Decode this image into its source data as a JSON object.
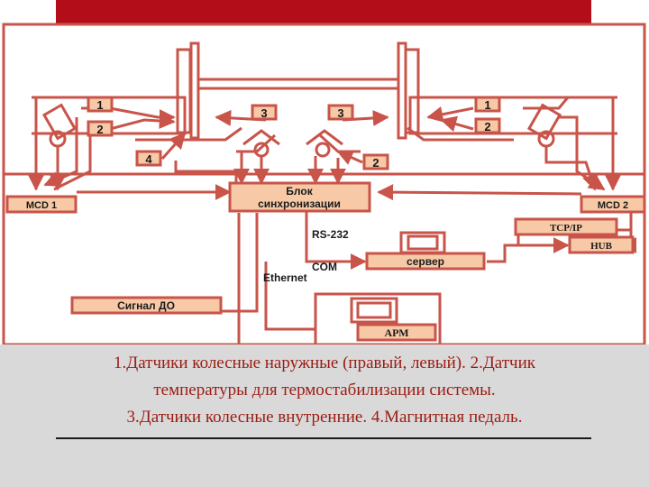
{
  "colors": {
    "accent": "#b40d1a",
    "diagram_line": "#c8544a",
    "box_fill": "#f8c9a6",
    "caption_text": "#9c1b12",
    "panel": "#d9d9d9"
  },
  "diagram": {
    "sensor_labels": {
      "outer_left_top": "1",
      "outer_left_bottom": "2",
      "outer_right_top": "1",
      "outer_right_bottom": "2",
      "inner_left": "3",
      "inner_right": "3",
      "pedal": "4",
      "temp": "2"
    },
    "mcd1": "MCD 1",
    "mcd2": "MCD 2",
    "sync_block_line1": "Блок",
    "sync_block_line2": "синхронизации",
    "rs232": "RS-232",
    "com": "COM",
    "ethernet": "Ethernet",
    "tcpip": "TCP/IP",
    "hub": "HUB",
    "server": "сервер",
    "signal_do": "Сигнал ДО",
    "arm": "АРМ"
  },
  "caption": {
    "line1": "1.Датчики колесные наружные (правый, левый). 2.Датчик",
    "line2": "температуры для термостабилизации системы.",
    "line3": "3.Датчики колесные внутренние. 4.Магнитная педаль."
  }
}
